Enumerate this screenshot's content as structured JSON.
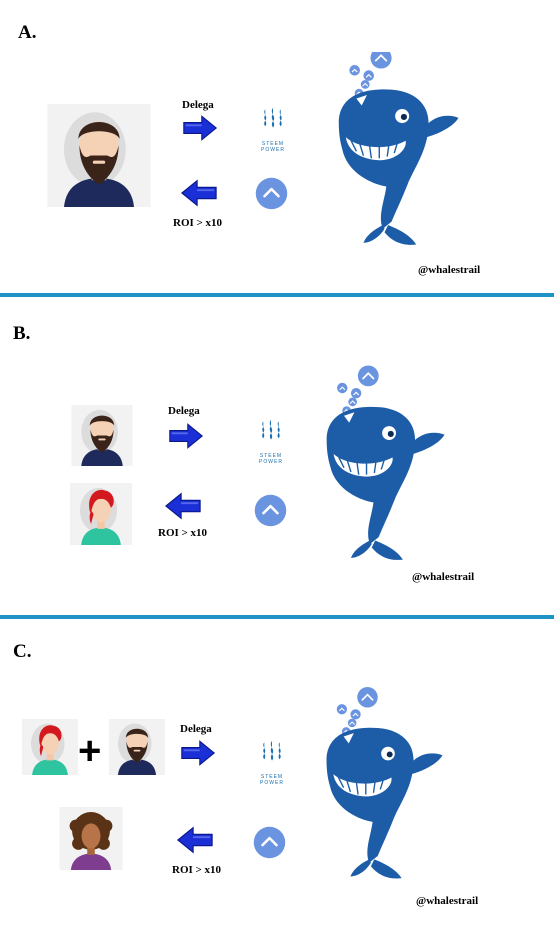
{
  "panels": [
    {
      "letter": "A.",
      "delegate_label": "Delega",
      "roi_label": "ROI > x10",
      "handle": "@whalestrail"
    },
    {
      "letter": "B.",
      "delegate_label": "Delega",
      "roi_label": "ROI > x10",
      "handle": "@whalestrail"
    },
    {
      "letter": "C.",
      "delegate_label": "Delega",
      "roi_label": "ROI > x10",
      "handle": "@whalestrail"
    }
  ],
  "steem_logo_lines": [
    "STEEM",
    "POWER"
  ],
  "colors": {
    "separator": "#1e93c7",
    "arrow": "#1a2fd6",
    "upvote": "#6a93e0",
    "whale": "#1d5da8",
    "steem": "#1a6fb0"
  },
  "icons": [
    "bearded-man-avatar",
    "red-hair-woman-avatar",
    "curly-hair-woman-avatar",
    "right-arrow-icon",
    "left-arrow-icon",
    "steem-power-logo",
    "upvote-icon",
    "whale-mascot"
  ]
}
